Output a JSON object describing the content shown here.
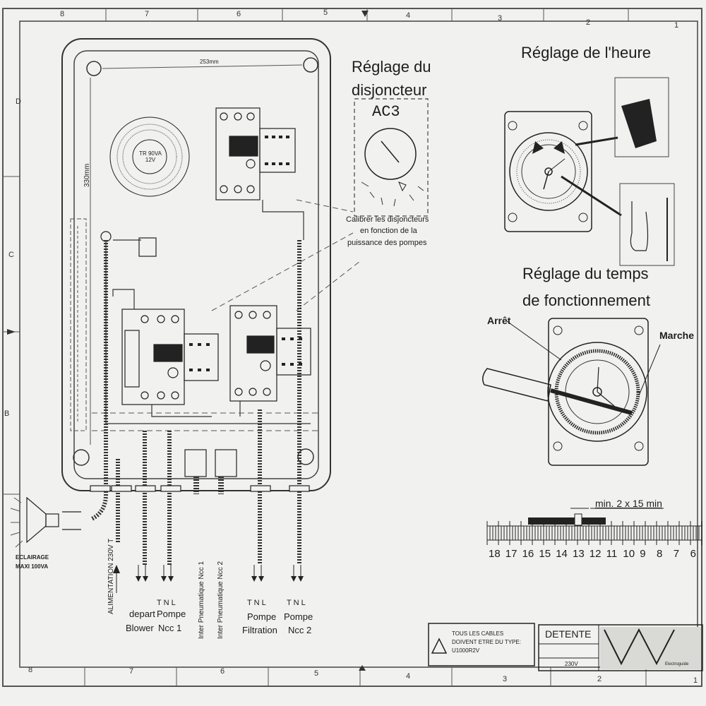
{
  "grid": {
    "top_numbers": [
      "8",
      "7",
      "6",
      "5",
      "4",
      "3",
      "2",
      "1"
    ],
    "bottom_numbers": [
      "8",
      "7",
      "6",
      "5",
      "4",
      "3",
      "2",
      "1"
    ],
    "side_letters": [
      "D",
      "C",
      "B"
    ]
  },
  "panel": {
    "dim_width": "253mm",
    "dim_height": "330mm",
    "transformer_label": "TR 90VA\n12V"
  },
  "breaker": {
    "title_line1": "Réglage du",
    "title_line2": "disjoncteur",
    "class_label": "AC3",
    "note_line1": "Calibrer les disjoncteurs",
    "note_line2": "en fonction de la",
    "note_line3": "puissance des pompes"
  },
  "clock": {
    "title": "Réglage de l'heure"
  },
  "timer": {
    "title_line1": "Réglage du temps",
    "title_line2": "de fonctionnement",
    "label_stop": "Arrêt",
    "label_run": "Marche"
  },
  "scale": {
    "min_label": "min. 2 x 15 min",
    "numbers": [
      "18",
      "17",
      "16",
      "15",
      "14",
      "13",
      "12",
      "11",
      "10",
      "9",
      "8",
      "7",
      "6"
    ]
  },
  "outputs": {
    "lighting_line1": "ECLAIRAGE",
    "lighting_line2": "MAXI 100VA",
    "supply": "ALIMENTATION 230V T",
    "blower_line1": "depart",
    "blower_line2": "Blower",
    "pump1_line1": "Pompe",
    "pump1_line2": "Ncc 1",
    "inter1": "Inter Pneumatique Ncc 1",
    "inter2": "Inter Pneumatique Ncc 2",
    "filtration_line1": "Pompe",
    "filtration_line2": "Filtration",
    "pump2_line1": "Pompe",
    "pump2_line2": "Ncc 2",
    "tnl": "T N L"
  },
  "title_block": {
    "warning_line1": "TOUS LES CABLES",
    "warning_line2": "DOIVENT ETRE DU TYPE:",
    "warning_line3": "U1000R2V",
    "name": "DETENTE",
    "voltage": "230V",
    "logo_text": "Electroguide"
  }
}
